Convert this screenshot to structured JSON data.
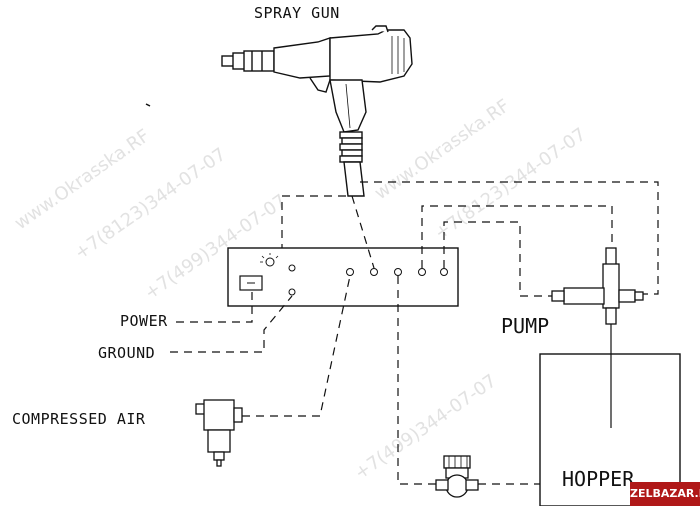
{
  "labels": {
    "spray_gun": "SPRAY GUN",
    "power": "POWER",
    "ground": "GROUND",
    "compressed_air": "COMPRESSED AIR",
    "pump": "PUMP",
    "hopper": "HOPPER"
  },
  "watermark": {
    "site": "ZELBAZAR.RU",
    "faint_line_1": "www.Okrasska.RF",
    "faint_line_2": "+7(8123)344-07-07",
    "faint_line_3": "+7(499)344-07-07"
  },
  "colors": {
    "ink": "#111111",
    "watermark_bg": "#b01818"
  }
}
